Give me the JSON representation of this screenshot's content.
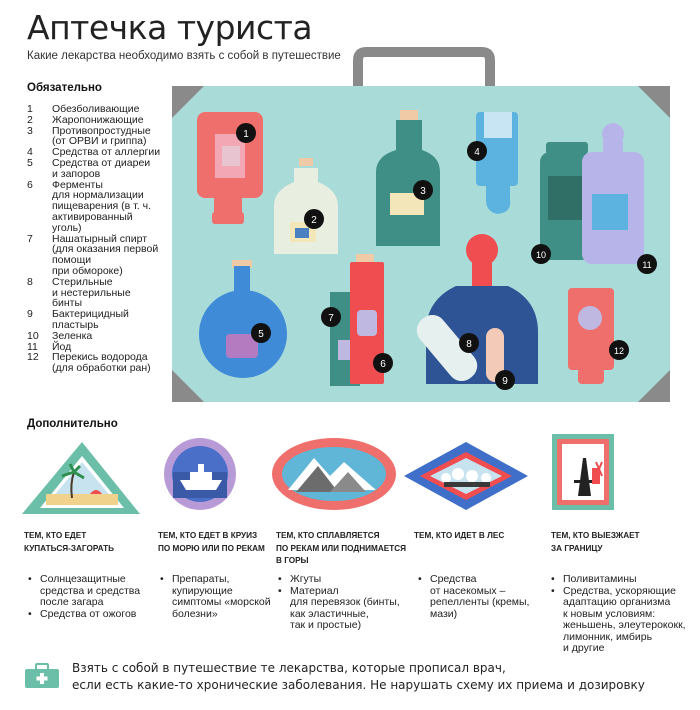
{
  "title": "Аптечка туриста",
  "subtitle": "Какие лекарства необходимо взять с собой  в путешествие",
  "required": {
    "heading": "Обязательно",
    "items": [
      {
        "n": "1",
        "t": "Обезболивающие"
      },
      {
        "n": "2",
        "t": "Жаропонижающие"
      },
      {
        "n": "3",
        "t": "Противопростудные\n(от ОРВИ и гриппа)"
      },
      {
        "n": "4",
        "t": "Средства от аллергии"
      },
      {
        "n": "5",
        "t": "Средства от диареи\nи запоров"
      },
      {
        "n": "6",
        "t": "Ферменты\nдля нормализации\nпищеварения (в т. ч.\nактивированный\nуголь)"
      },
      {
        "n": "7",
        "t": "Нашатырный спирт\n(для оказания первой\nпомощи\nпри обмороке)"
      },
      {
        "n": "8",
        "t": "Стерильные\nи нестерильные\nбинты"
      },
      {
        "n": "9",
        "t": "Бактерицидный\nпластырь"
      },
      {
        "n": "10",
        "t": "Зеленка"
      },
      {
        "n": "11",
        "t": "Йод"
      },
      {
        "n": "12",
        "t": "Перекись водорода\n(для обработки ран)"
      }
    ],
    "markers": [
      "1",
      "2",
      "3",
      "4",
      "5",
      "6",
      "7",
      "8",
      "9",
      "10",
      "11",
      "12"
    ]
  },
  "additional": {
    "heading": "Дополнительно",
    "groups": [
      {
        "caption_1": "Тем, кто едет",
        "caption_2": "купаться-загорать",
        "caption_3": "",
        "items": [
          "Солнцезащитные\nсредства и средства\nпосле загара",
          "Средства от ожогов"
        ]
      },
      {
        "caption_1": "Тем, кто едет в круиз",
        "caption_2": "по морю или по рекам",
        "caption_3": "",
        "items": [
          "Препараты,\nкупирующие\nсимптомы «морской\nболезни»"
        ]
      },
      {
        "caption_1": "Тем, кто сплавляется",
        "caption_2": "по рекам или поднимается",
        "caption_3": "в горы",
        "items": [
          "Жгуты",
          "Материал\nдля перевязок (бинты,\nкак эластичные,\nтак и простые)"
        ]
      },
      {
        "caption_1": "Тем, кто идет в лес",
        "caption_2": "",
        "caption_3": "",
        "items": [
          "Средства\nот насекомых –\nрепелленты (кремы,\nмази)"
        ]
      },
      {
        "caption_1": "Тем, кто выезжает",
        "caption_2": "за границу",
        "caption_3": "",
        "items": [
          "Поливитамины",
          "Средства, ускоряющие\nадаптацию организма\nк новым условиям:\nженьшень, элеутерококк,\nлимонник, имбирь\nи другие"
        ]
      }
    ]
  },
  "note": "Взять с собой в путешествие те лекарства, которые прописал врач,\nесли есть какие-то хронические заболевания. Не нарушать схему их приема и дозировку",
  "colors": {
    "case": "#a9dcd8",
    "handle": "#8a8a8a",
    "marker": "#111111",
    "coral": "#ef6f6c",
    "navy": "#2f5496",
    "teal": "#3f8f86"
  }
}
